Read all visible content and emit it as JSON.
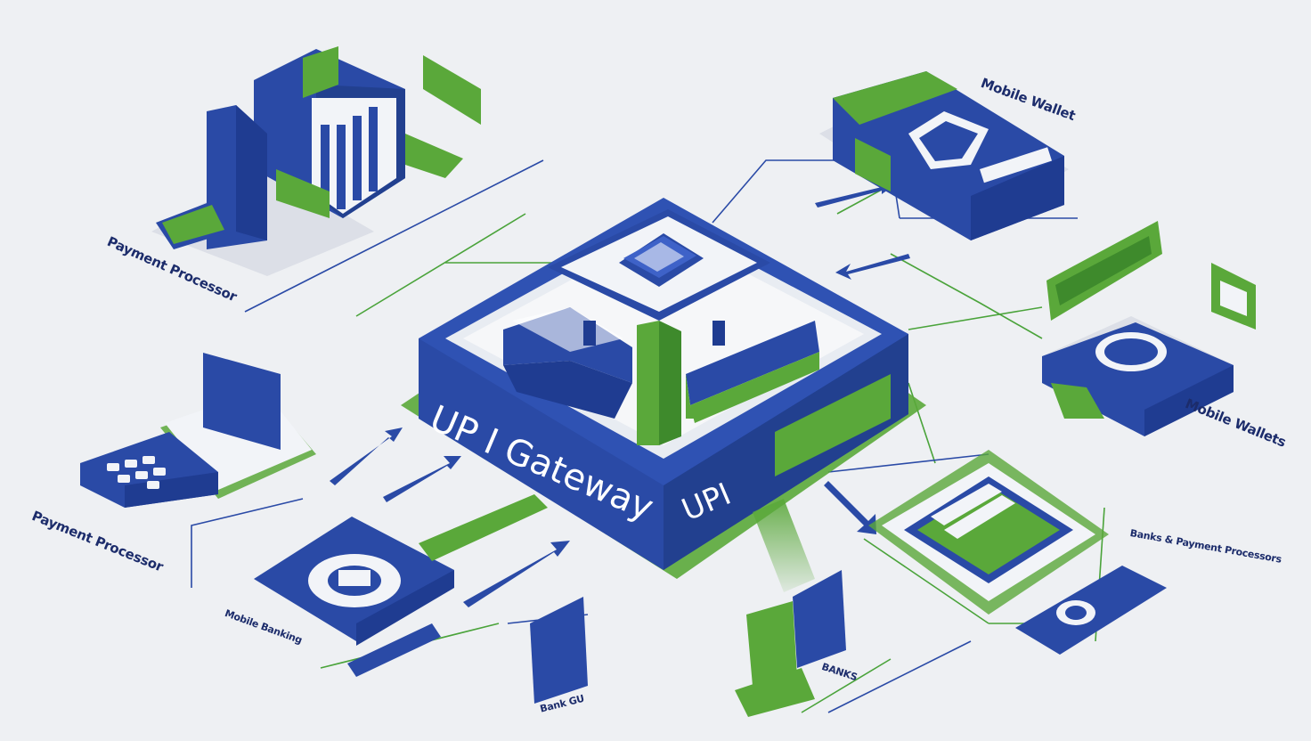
{
  "gateway": {
    "title": "UP I Gateway",
    "subtitle": "UPI"
  },
  "labels": {
    "mobile_wallet_top": "Mobile Wallet",
    "mobile_wallets_right": "Mobile Wallets",
    "payment_processor_top": "Payment Processor",
    "payment_processor_left": "Payment Processor",
    "bank_bottom": "Bank GU",
    "label_bottom_left": "Mobile Banking",
    "label_bottom_center": "BANKS",
    "label_right_lower": "Banks & Payment Processors"
  },
  "colors": {
    "brand_blue": "#2a4aa6",
    "deep_blue": "#1c2c6b",
    "accent_green": "#5aa83a",
    "line_green": "#4aa33a",
    "background": "#eef0f3"
  },
  "icons": [
    "bank-building-icon",
    "mobile-wallet-icon",
    "card-terminal-icon",
    "chat-bubble-icon",
    "tablet-icon",
    "phone-icon",
    "pos-terminal-icon"
  ]
}
